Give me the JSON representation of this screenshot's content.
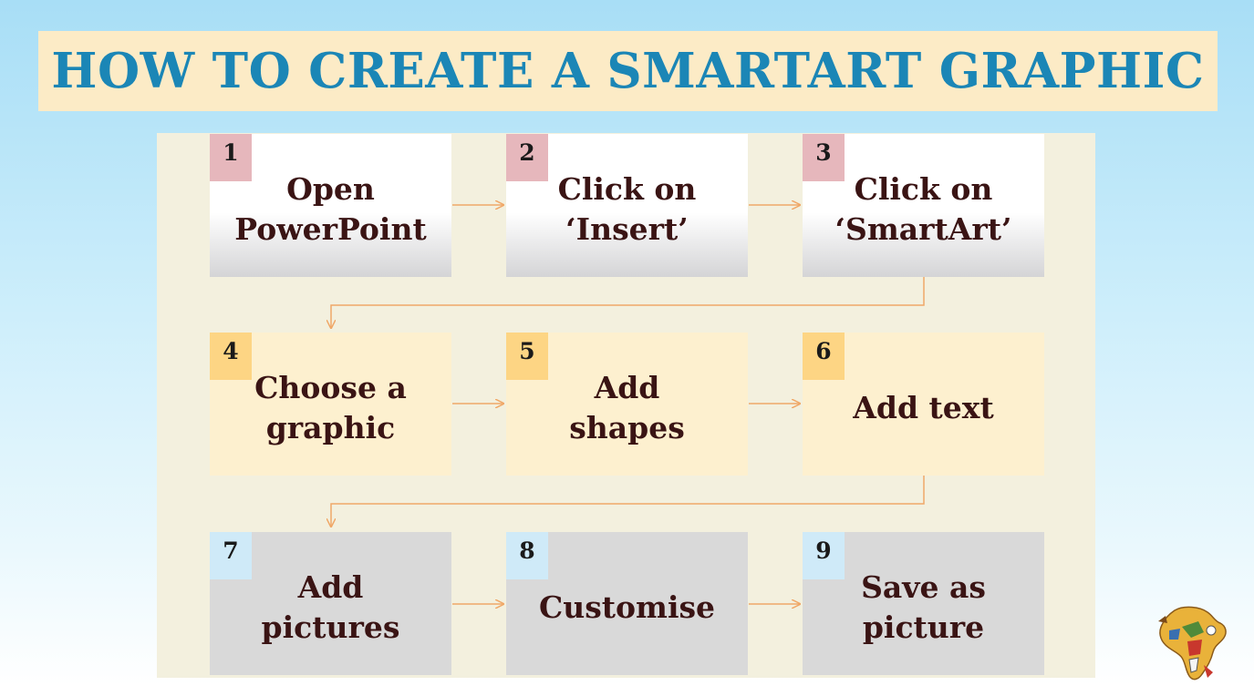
{
  "title": "HOW TO CREATE A SMARTART GRAPHIC",
  "steps": [
    {
      "number": "1",
      "label": "Open\nPowerPoint"
    },
    {
      "number": "2",
      "label": "Click on\n‘Insert’"
    },
    {
      "number": "3",
      "label": "Click on\n‘SmartArt’"
    },
    {
      "number": "4",
      "label": "Choose a\ngraphic"
    },
    {
      "number": "5",
      "label": "Add\nshapes"
    },
    {
      "number": "6",
      "label": "Add text"
    },
    {
      "number": "7",
      "label": "Add\npictures"
    },
    {
      "number": "8",
      "label": "Customise"
    },
    {
      "number": "9",
      "label": "Save as\npicture"
    }
  ],
  "colors": {
    "title_text": "#1b86b6",
    "title_band": "#fcebc6",
    "board": "#f3f0de",
    "connector": "#f0a868",
    "badge_row1": "#e6b7bc",
    "badge_row2": "#fdd584",
    "badge_row3": "#cfeaf8"
  },
  "icons": {
    "corner_logo": "africa-map-logo-icon"
  }
}
